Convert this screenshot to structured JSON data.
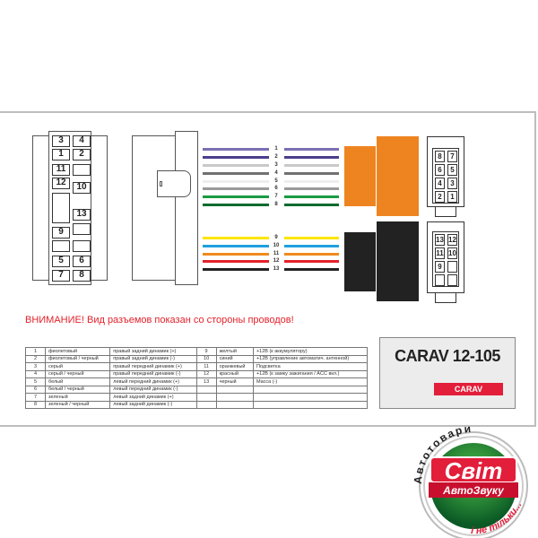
{
  "diagram": {
    "left_connector_pins": [
      "3",
      "4",
      "1",
      "2",
      "11",
      "12",
      "10",
      "13",
      "9",
      "5",
      "6",
      "7",
      "8"
    ],
    "wires": [
      {
        "num": "1",
        "color": "#7b6fb3"
      },
      {
        "num": "2",
        "color": "#4b3f8c"
      },
      {
        "num": "3",
        "color": "#c9c9c9"
      },
      {
        "num": "4",
        "color": "#707070"
      },
      {
        "num": "5",
        "color": "#eeeeee"
      },
      {
        "num": "6",
        "color": "#9a9a9a"
      },
      {
        "num": "7",
        "color": "#1a9a45"
      },
      {
        "num": "8",
        "color": "#0d6b2e"
      },
      {
        "num": "9",
        "color": "#ffe500"
      },
      {
        "num": "10",
        "color": "#1ea0e0"
      },
      {
        "num": "11",
        "color": "#f08a1e"
      },
      {
        "num": "12",
        "color": "#e3222b"
      },
      {
        "num": "13",
        "color": "#222222"
      }
    ],
    "plug_top_color": "#ee8420",
    "plug_bottom_color": "#222222",
    "right_top_pins": [
      "8",
      "7",
      "6",
      "5",
      "4",
      "3",
      "2",
      "1"
    ],
    "right_bottom_pins": [
      "13",
      "12",
      "11",
      "10",
      "9",
      "",
      "",
      " "
    ]
  },
  "warning": "ВНИМАНИЕ! Вид разъемов показан со стороны проводов!",
  "table": [
    [
      "1",
      "фиолетовый",
      "правый задний динамик (+)",
      "9",
      "желтый",
      "+12В (к аккумулятору)"
    ],
    [
      "2",
      "фиолетовый / черный",
      "правый задний динамик (-)",
      "10",
      "синий",
      "+12В (управление автоматич. антенной)"
    ],
    [
      "3",
      "серый",
      "правый передний динамик (+)",
      "11",
      "оранжевый",
      "Подсветка"
    ],
    [
      "4",
      "серый / черный",
      "правый передний динамик (-)",
      "12",
      "красный",
      "+12В (к замку зажигания / ACC вкл.)"
    ],
    [
      "5",
      "белый",
      "левый передний динамик (+)",
      "13",
      "черный",
      "Масса (-)"
    ],
    [
      "6",
      "белый / черный",
      "левый передний динамик (-)",
      "",
      "",
      ""
    ],
    [
      "7",
      "зеленый",
      "левый задний динамик (+)",
      "",
      "",
      ""
    ],
    [
      "8",
      "зеленый / черный",
      "левый задний динамик (-)",
      "",
      "",
      ""
    ]
  ],
  "product": {
    "title": "CARAV 12-105",
    "brand": "CARAV",
    "brand_color": "#e31e3a"
  },
  "logo": {
    "top_arc": "Автотовари",
    "main": "Світ",
    "sub": "АвтоЗвуку",
    "bottom_arc": "і не тільки..."
  }
}
